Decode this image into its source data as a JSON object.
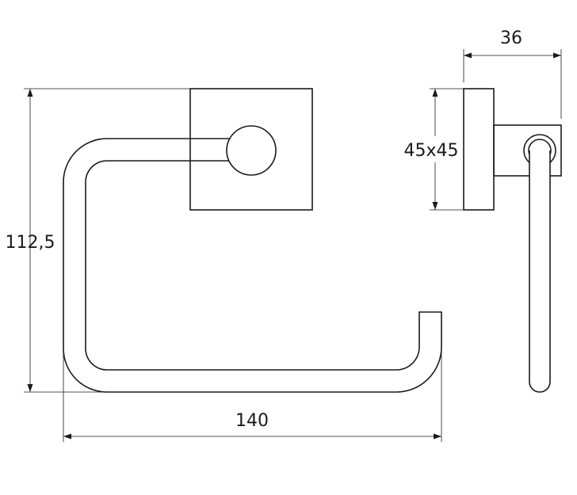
{
  "diagram": {
    "colors": {
      "line": "#1a1a1a",
      "background": "#ffffff"
    },
    "dimensions": {
      "width": "140",
      "height": "112,5",
      "depth": "36",
      "plate": "45x45"
    }
  }
}
